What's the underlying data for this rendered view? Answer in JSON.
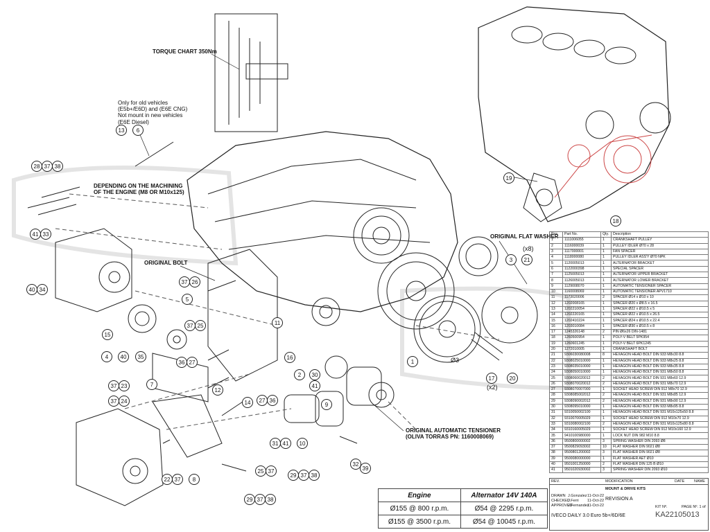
{
  "labels": {
    "torque_chart": "TORQUE CHART 350Nm",
    "old_vehicles": [
      "Only for old vehicles",
      "(E5b+/E6D) and (E6E CNG)",
      "Not mount in new vehicles",
      "(E6E Diesel)"
    ],
    "machining": [
      "DEPENDING ON THE MACHINING",
      "OF THE ENGINE (M8 OR M10x125)"
    ],
    "original_bolt": "ORIGINAL BOLT",
    "original_flat_washer": "ORIGINAL FLAT WASHER",
    "original_tensioner": [
      "ORIGINAL AUTOMATIC TENSIONER",
      "(OLIVA TORRAS PN: 1160008069)"
    ],
    "x8": "(x8)",
    "x2": "(x2)",
    "phi3": "Ø3"
  },
  "callouts": [
    "13",
    "6",
    "28",
    "37",
    "38",
    "41",
    "33",
    "40",
    "34",
    "37",
    "26",
    "5",
    "37",
    "25",
    "15",
    "4",
    "40",
    "35",
    "36",
    "27",
    "37",
    "23",
    "7",
    "37",
    "24",
    "22",
    "37",
    "8",
    "29",
    "37",
    "38",
    "12",
    "11",
    "14",
    "27",
    "36",
    "31",
    "41",
    "25",
    "37",
    "29",
    "37",
    "38",
    "16",
    "2",
    "30",
    "41",
    "9",
    "10",
    "32",
    "39",
    "1",
    "17",
    "20",
    "3",
    "21",
    "19",
    "18"
  ],
  "speed_table": {
    "headers": [
      "Engine",
      "Alternator 14V 140A"
    ],
    "rows": [
      [
        "Ø155 @ 800 r.p.m.",
        "Ø54 @ 2295 r.p.m."
      ],
      [
        "Ø155 @ 3500 r.p.m.",
        "Ø54 @ 10045 r.p.m."
      ]
    ]
  },
  "parts_list": {
    "headers": [
      "Pos.",
      "Part No.",
      "Qty.",
      "Description"
    ],
    "rows": [
      [
        "1",
        "1111006055",
        "1",
        "CRANKSHAFT PULLEY"
      ],
      [
        "2",
        "1116000039",
        "1",
        "PULLEY IDLER Ø70 x 28"
      ],
      [
        "3",
        "1117000001",
        "1",
        "FAN SPACER"
      ],
      [
        "4",
        "1118000080",
        "1",
        "PULLEY IDLER ASS'Y Ø70 NPK"
      ],
      [
        "5",
        "1120005013",
        "1",
        "ALTERNATOR BRACKET"
      ],
      [
        "6",
        "1122000398",
        "1",
        "SPECIAL SPACER"
      ],
      [
        "7",
        "1125005013",
        "1",
        "ALTERNATOR UPPER BRACKET"
      ],
      [
        "8",
        "1126005013",
        "1",
        "ALTERNATOR LOWER BRACKET"
      ],
      [
        "9",
        "1129008070",
        "1",
        "AUTOMATIC TENSIONER SPACER"
      ],
      [
        "10",
        "1160008069",
        "1",
        "AUTOMATIC TENSIONER APV1710"
      ],
      [
        "11",
        "1173020006",
        "2",
        "SPACER Ø14 x Ø10 x 10"
      ],
      [
        "12",
        "1202008165",
        "1",
        "SPACER Ø20 x Ø8.5 x 16.5"
      ],
      [
        "13",
        "1202210054",
        "1",
        "SPACER Ø22 x Ø10.5 x 5"
      ],
      [
        "14",
        "1202220165",
        "1",
        "SPACER Ø22 x Ø10.5 x 26.5"
      ],
      [
        "15",
        "1202410224",
        "1",
        "SPACER Ø24 x Ø10.5 x 22.4"
      ],
      [
        "16",
        "1203010084",
        "1",
        "SPACER Ø30 x Ø10.5 x 8"
      ],
      [
        "17",
        "1245326148",
        "2",
        "PIN Ø6x26 DIN-1481"
      ],
      [
        "18",
        "1260500954",
        "1",
        "POLY-V BELT 5PK954"
      ],
      [
        "19",
        "1260601245",
        "1",
        "POLY-V BELT 6PK1245"
      ],
      [
        "20",
        "1272010005",
        "1",
        "CRANKSHAFT BOLT"
      ],
      [
        "21",
        "9306030080008",
        "8",
        "HEXAGON HEAD BOLT DIN 933 M8x30 8.8"
      ],
      [
        "22",
        "9308025010000",
        "1",
        "HEXAGON HEAD BOLT DIN 933 M8x25 8.8"
      ],
      [
        "23",
        "9308035010000",
        "1",
        "HEXAGON HEAD BOLT DIN 933 M8x35 8.8"
      ],
      [
        "24",
        "9308050010000",
        "1",
        "HEXAGON HEAD BOLT DIN 931 M8x50 8.8"
      ],
      [
        "25",
        "9308060020012",
        "2",
        "HEXAGON HEAD BOLT DIN 931 M8x60 12.9"
      ],
      [
        "26",
        "9308070020012",
        "2",
        "HEXAGON HEAD BOLT DIN 931 M8x70 12.9"
      ],
      [
        "27",
        "9308070007000",
        "1",
        "SOCKET HEAD SCREW DIN 912 M8x70 12.9"
      ],
      [
        "28",
        "9308085002012",
        "2",
        "HEXAGON HEAD BOLT DIN 931 M8x85 12.9"
      ],
      [
        "29",
        "9308090002012",
        "2",
        "HEXAGON HEAD BOLT DIN 931 M8x90 12.9"
      ],
      [
        "30",
        "9308095010000",
        "1",
        "HEXAGON HEAD BOLT DIN 933 M8x95 8.8"
      ],
      [
        "31",
        "9310050002100",
        "1",
        "HEXAGON HEAD BOLT DIN 931 M10x125x50 8.8"
      ],
      [
        "32",
        "9310070005029",
        "1",
        "SOCKET HEAD SCREW DIN 912 M10x70 12.9"
      ],
      [
        "33",
        "9310080002100",
        "2",
        "HEXAGON HEAD BOLT DIN 931 M10x125x80 8.8"
      ],
      [
        "34",
        "9310160005029",
        "1",
        "SOCKET HEAD SCREW DIN 912 M10x160 12.9"
      ],
      [
        "35",
        "9410100980000",
        "1",
        "LOCK NUT DIN 982 M10 8.8"
      ],
      [
        "36",
        "9500800000002",
        "3",
        "SPRING WASHER DIN 2093 Ø8"
      ],
      [
        "37",
        "9500829093002",
        "10",
        "FLAT WASHER DIN 9021 Ø8"
      ],
      [
        "38",
        "9500801200002",
        "3",
        "FLAT WASHER DIN 9021 Ø8"
      ],
      [
        "39",
        "9500080000000",
        "1",
        "FLAT WASHER AET Ø10"
      ],
      [
        "40",
        "9501001250000",
        "2",
        "FLAT WASHER DIN 125 B Ø10"
      ],
      [
        "41",
        "9501020930002",
        "3",
        "SPRING WASHER DIN 2093 Ø10"
      ]
    ]
  },
  "title_block": {
    "rev": "REV.",
    "modification": "MODIFICATION",
    "date": "DATE",
    "name": "NAME",
    "drawn": "DRAWN",
    "checked": "CHECKED",
    "approved": "APPROVED",
    "drawn_by": "J.Gonzalez",
    "checked_by": "J.Ferri",
    "approved_by": "J.Fernandez",
    "drawn_date": "11-Oct-22",
    "checked_date": "11-Oct-22",
    "approved_date": "11-Oct-22",
    "kit_title": "MOUNT & DRIVE KITS",
    "revision": "REVISION A",
    "kit_no_label": "KIT Nº.",
    "page_label": "PAGE Nº. 1 of",
    "kit_no": "KA22105013",
    "model": "IVECO DAILY 3.0 Euro 5b+/6D/6E"
  }
}
